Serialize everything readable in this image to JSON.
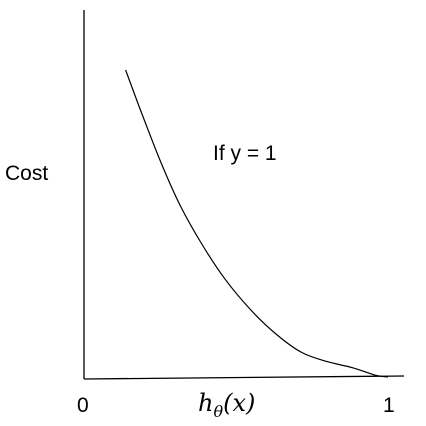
{
  "chart_data": {
    "type": "line",
    "title": "",
    "ylabel": "Cost",
    "xlabel": {
      "base": "h",
      "subscript": "θ",
      "argument": "(x)"
    },
    "annotation": "If y = 1",
    "xticks": [
      "0",
      "1"
    ],
    "xlim": [
      0,
      1
    ],
    "grid": false,
    "legend": false,
    "series": [
      {
        "points": [
          {
            "x": 0.13,
            "y": 1.0
          },
          {
            "x": 0.18,
            "y": 0.86
          },
          {
            "x": 0.24,
            "y": 0.7
          },
          {
            "x": 0.3,
            "y": 0.56
          },
          {
            "x": 0.37,
            "y": 0.43
          },
          {
            "x": 0.44,
            "y": 0.32
          },
          {
            "x": 0.52,
            "y": 0.22
          },
          {
            "x": 0.6,
            "y": 0.14
          },
          {
            "x": 0.68,
            "y": 0.08
          },
          {
            "x": 0.76,
            "y": 0.05
          },
          {
            "x": 0.84,
            "y": 0.03
          },
          {
            "x": 0.91,
            "y": 0.006
          },
          {
            "x": 0.95,
            "y": 0.0
          }
        ]
      }
    ]
  }
}
